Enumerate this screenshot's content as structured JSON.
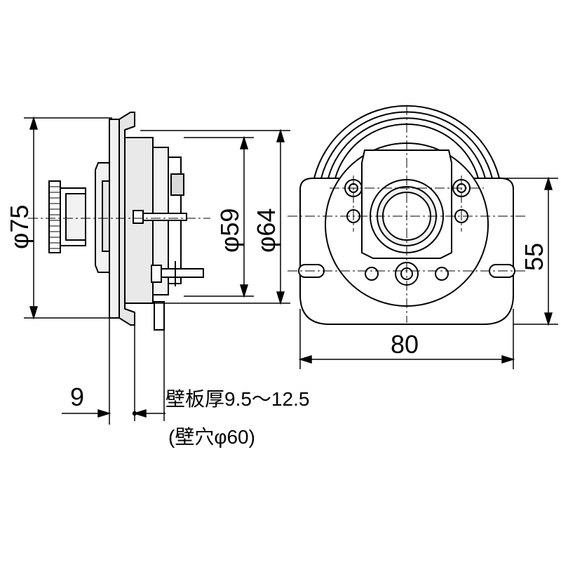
{
  "side_view": {
    "dim_outer_dia": "φ75",
    "dim_inner_dia": "φ59",
    "dim_mid_dia": "φ64",
    "dim_depth": "9",
    "note_wall": "壁板厚9.5～12.5",
    "note_hole": "(壁穴φ60)"
  },
  "front_view": {
    "dim_height": "55",
    "dim_width": "80"
  },
  "colors": {
    "line": "#000000",
    "fill_light": "#f2f2f2",
    "fill_mid": "#d9d9d9",
    "fill_dark": "#bfbfbf"
  }
}
